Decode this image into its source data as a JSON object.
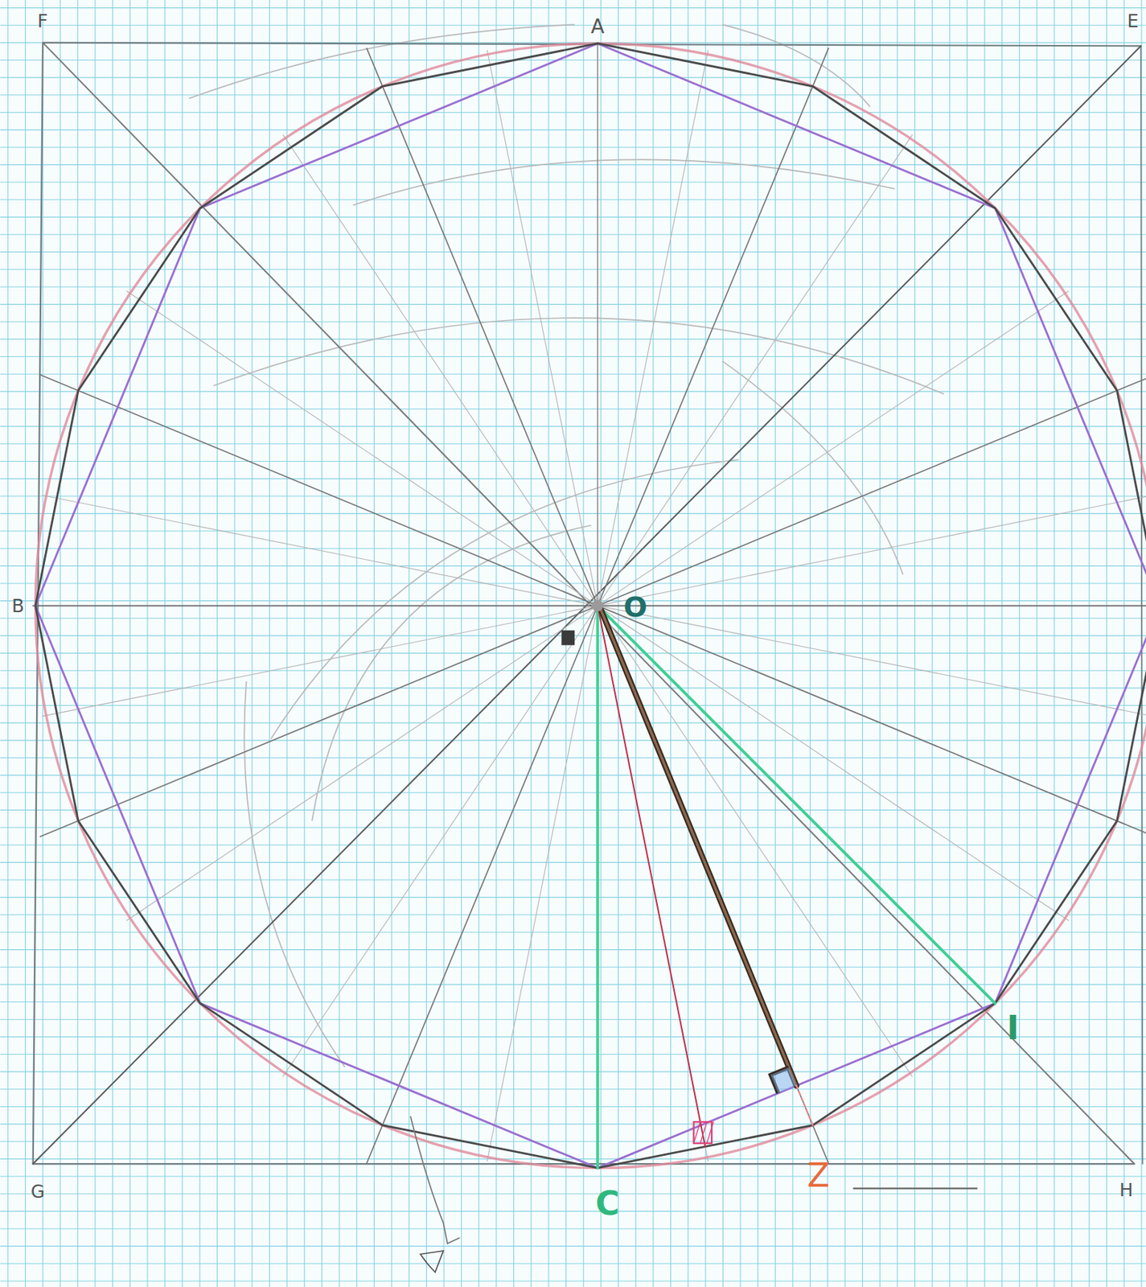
{
  "diagram": {
    "labels": [
      "F",
      "A",
      "E",
      "B",
      "G",
      "C",
      "H",
      "O",
      "I",
      "Z"
    ]
  }
}
